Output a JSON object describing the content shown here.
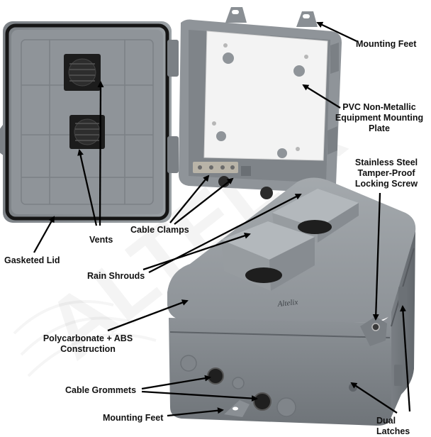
{
  "brand": {
    "mark": "Altelix",
    "watermark": "ALTELIX"
  },
  "colors": {
    "enclosure_body": "#8c9196",
    "enclosure_shadow": "#6e7378",
    "enclosure_light": "#a9aeb2",
    "plate": "#f4f4f4",
    "gasket": "#1a1a1a",
    "vent": "#222222",
    "arrow": "#000000"
  },
  "callouts": {
    "mounting_feet_top": "Mounting Feet",
    "pvc_plate": "PVC Non-Metallic\nEquipment Mounting\nPlate",
    "locking_screw": "Stainless Steel\nTamper-Proof\nLocking Screw",
    "cable_clamps": "Cable Clamps",
    "vents": "Vents",
    "gasketed_lid": "Gasketed Lid",
    "rain_shrouds": "Rain Shrouds",
    "construction": "Polycarbonate + ABS\nConstruction",
    "cable_grommets": "Cable Grommets",
    "mounting_feet_bottom": "Mounting Feet",
    "dual_latches": "Dual Latches"
  }
}
